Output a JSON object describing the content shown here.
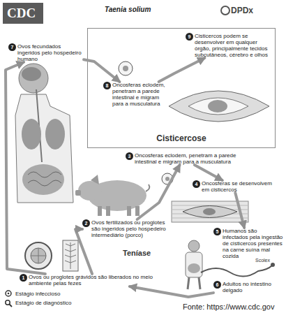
{
  "diagram": {
    "title": "Taenia solium",
    "caption": "Fonte: https://www.cdc.gov",
    "nodes": [
      {
        "text": [
          "7",
          "Ovos fecundados ingeridos pelo hospedeiro humano"
        ]
      },
      {
        "text": [
          "Cisticercose"
        ]
      },
      {
        "text": [
          "8",
          "Oncosferas eclodem, penetram a parede intestinal e migram para a musculatura"
        ],
        "in": 1
      },
      {
        "text": [
          "9",
          "Cisticercos podem se desenvolver em qualquer órgão, principalmente tecidos subcutâneos, cérebro e olhos"
        ],
        "in": 1
      },
      {
        "text": [
          "3",
          "Oncosferas eclodem, penetram a parede intestinal e migram para a musculatura"
        ]
      },
      {
        "text": [
          "4",
          "Oncosferas se desenvolvem em cisticercos"
        ]
      },
      {
        "text": [
          "2",
          "Ovos fertilizados ou proglotes são ingeridos pelo hospedeiro intermediário (porco)"
        ]
      },
      {
        "text": [
          "5",
          "Humanos são infectados pela ingestão de cisticercos presentes na carne suína mal cozida"
        ]
      },
      {
        "text": [
          "1",
          "Ovos ou proglotes grávidos são liberados no meio ambiente pelas fezes"
        ]
      },
      {
        "text": [
          "6",
          "Adultos no intestino delgado"
        ]
      }
    ],
    "edges": [
      {
        "from": 0,
        "to": 2,
        "arrow": "to"
      },
      {
        "from": 2,
        "to": 3,
        "arrow": "to"
      },
      {
        "from": 8,
        "to": 0,
        "arrow": "to"
      },
      {
        "from": 8,
        "to": 6,
        "arrow": "to"
      },
      {
        "from": 6,
        "to": 4,
        "arrow": "to"
      },
      {
        "from": 4,
        "to": 5,
        "arrow": "to"
      },
      {
        "from": 5,
        "to": 7,
        "arrow": "to"
      },
      {
        "from": 9,
        "to": 8,
        "arrow": "to"
      }
    ],
    "labels": [
      "CDC",
      "DPDx",
      "Teníase",
      "Scolex"
    ],
    "legend": [
      {
        "text": "Estágio infeccioso"
      },
      {
        "text": "Estágio de diagnóstico"
      }
    ]
  }
}
